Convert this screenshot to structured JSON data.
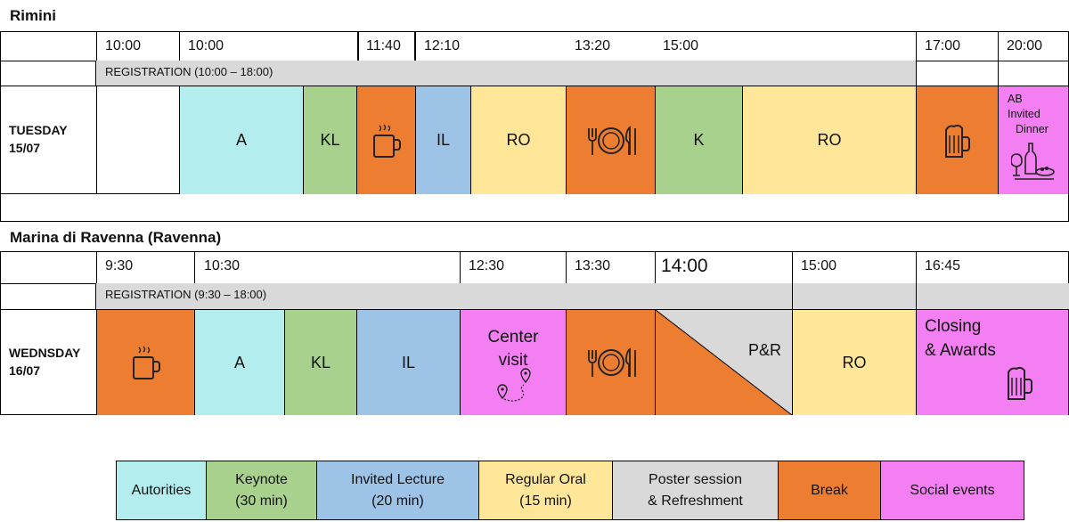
{
  "rimini": {
    "title": "Rimini",
    "times": [
      "10:00",
      "10:00",
      "11:40",
      "12:10",
      "13:20",
      "15:00",
      "17:00",
      "20:00"
    ],
    "registration": "REGISTRATION (10:00 – 18:00)",
    "day_name": "TUESDAY",
    "day_date": "15/07",
    "sessions": {
      "a": "A",
      "kl": "KL",
      "il": "IL",
      "ro1": "RO",
      "k": "K",
      "ro2": "RO",
      "dinner_1": "AB",
      "dinner_2": "Invited",
      "dinner_3": "Dinner"
    }
  },
  "ravenna": {
    "title": "Marina di Ravenna (Ravenna)",
    "times": [
      "9:30",
      "10:30",
      "12:30",
      "13:30",
      "14:00",
      "15:00",
      "16:45"
    ],
    "registration": "REGISTRATION (9:30 – 18:00)",
    "day_name": "WEDNSDAY",
    "day_date": "16/07",
    "sessions": {
      "a": "A",
      "kl": "KL",
      "il": "IL",
      "visit_1": "Center",
      "visit_2": "visit",
      "pr": "P&R",
      "ro": "RO",
      "closing_1": "Closing",
      "closing_2": "& Awards"
    }
  },
  "legend": [
    {
      "label": "Autorities",
      "color": "#b3eded"
    },
    {
      "label": "Keynote\n(30 min)",
      "color": "#a9d18e"
    },
    {
      "label": "Invited Lecture\n(20 min)",
      "color": "#9dc3e6"
    },
    {
      "label": "Regular Oral\n(15 min)",
      "color": "#ffe699"
    },
    {
      "label": "Poster session\n& Refreshment",
      "color": "#d9d9d9"
    },
    {
      "label": "Break",
      "color": "#ed7d31"
    },
    {
      "label": "Social events",
      "color": "#f47ff2"
    }
  ],
  "icons": [
    "coffee-icon",
    "meal-icon",
    "beer-icon",
    "wine-dinner-icon",
    "location-route-icon"
  ]
}
